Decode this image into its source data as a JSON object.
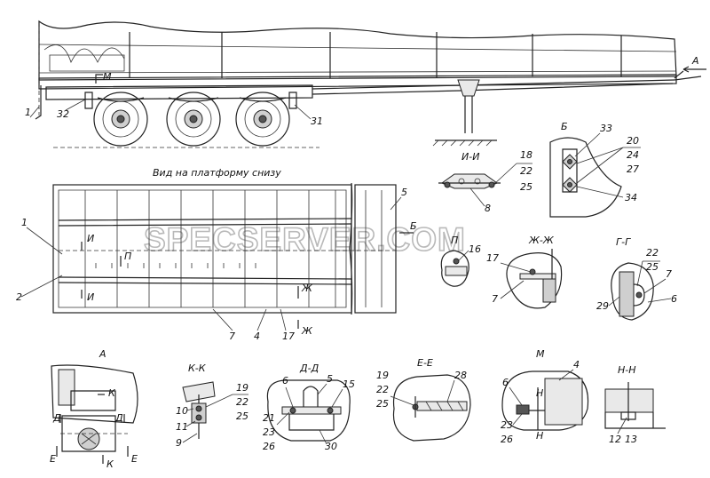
{
  "watermark": "SPECSERVER.COM",
  "titles": {
    "bottom_view": "Вид на платформу снизу",
    "section_ii": "И-И",
    "view_b": "Б",
    "view_p": "П",
    "section_zh": "Ж-Ж",
    "section_g": "Г-Г",
    "view_a": "А",
    "section_kk": "К-К",
    "section_dd": "Д-Д",
    "section_ee": "Е-Е",
    "view_m": "М",
    "section_nn": "Н-Н"
  },
  "arrows": {
    "a": "А",
    "m": "М",
    "b": "Б",
    "i": "И",
    "p": "П",
    "zh": "Ж",
    "k": "К",
    "d": "Д",
    "e": "Е",
    "n": "Н"
  },
  "labels": {
    "side": [
      "1",
      "32",
      "31"
    ],
    "ii": [
      "18",
      "22",
      "25",
      "8"
    ],
    "b": [
      "33",
      "20",
      "24",
      "27",
      "34"
    ],
    "plan": [
      "1",
      "2",
      "5",
      "7",
      "4",
      "17"
    ],
    "p": [
      "16"
    ],
    "zh": [
      "17",
      "7"
    ],
    "g": [
      "22",
      "25",
      "7",
      "29",
      "6"
    ],
    "kk": [
      "19",
      "22",
      "25",
      "10",
      "11",
      "9"
    ],
    "dd": [
      "6",
      "5",
      "15",
      "21",
      "23",
      "26",
      "30"
    ],
    "ee": [
      "19",
      "22",
      "25",
      "28"
    ],
    "m": [
      "4",
      "6",
      "23",
      "26"
    ],
    "nn": [
      "12",
      "13"
    ]
  }
}
